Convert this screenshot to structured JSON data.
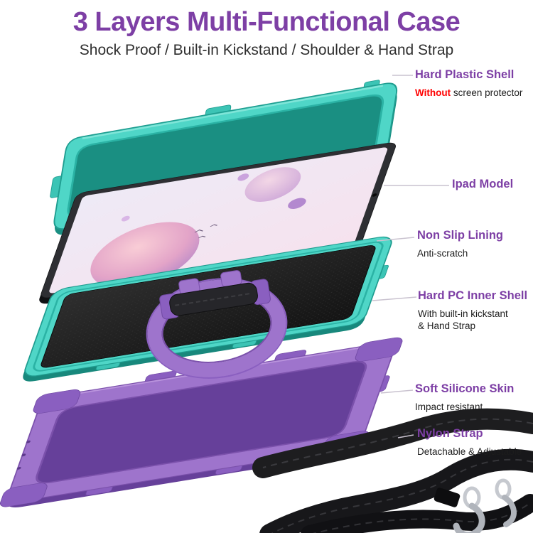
{
  "header": {
    "title": "3 Layers Multi-Functional Case",
    "subtitle": "Shock Proof / Built-in Kickstand / Shoulder & Hand Strap"
  },
  "annotations": [
    {
      "label": "Hard Plastic Shell",
      "sub_red": "Without",
      "sub_rest": " screen protector"
    },
    {
      "label": "Ipad Model"
    },
    {
      "label": "Non Slip Lining",
      "sub": "Anti-scratch"
    },
    {
      "label": "Hard PC Inner Shell",
      "sub_line1": "With built-in kickstant",
      "sub_line2": "& Hand Strap"
    },
    {
      "label": "Soft Silicone Skin",
      "sub": "Impact resistant"
    },
    {
      "label": "Nylon Strap",
      "sub": "Detachable & Adjustable"
    }
  ],
  "colors": {
    "title_purple": "#7d3fa5",
    "highlight_red": "#ff0000",
    "shell_teal": "#4fd6c7",
    "skin_purple": "#9e74cc",
    "strap_black": "#1d1d1f",
    "lining_black": "#1c1c1c"
  }
}
